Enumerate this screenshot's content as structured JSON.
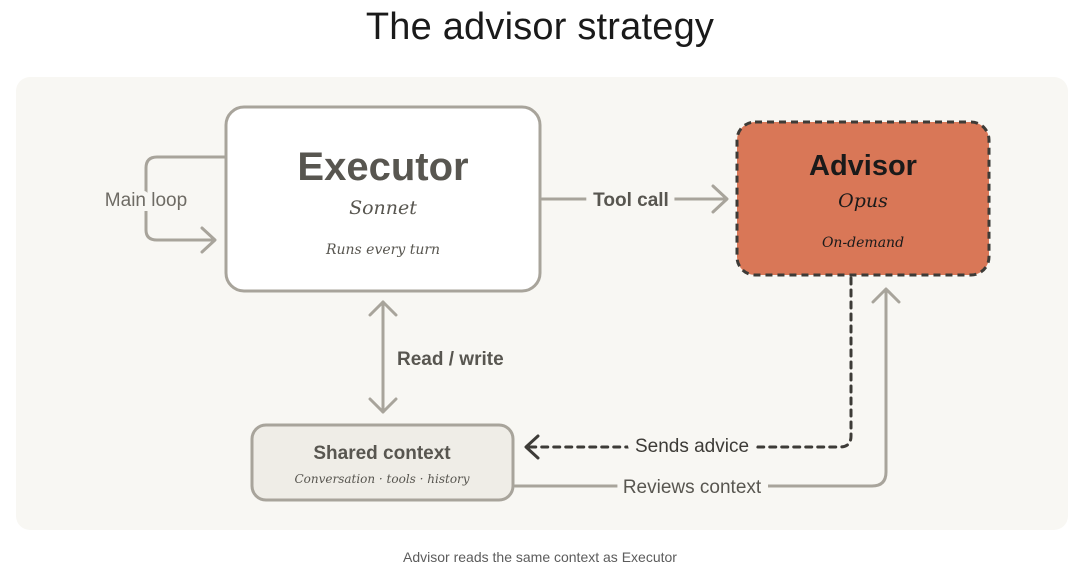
{
  "title": "The advisor strategy",
  "caption": "Advisor reads the same context as Executor",
  "nodes": {
    "executor": {
      "name": "Executor",
      "model": "Sonnet",
      "note": "Runs every turn"
    },
    "advisor": {
      "name": "Advisor",
      "model": "Opus",
      "note": "On-demand"
    },
    "shared_context": {
      "name": "Shared context",
      "note": "Conversation · tools · history"
    }
  },
  "edges": {
    "main_loop": "Main loop",
    "tool_call": "Tool call",
    "read_write": "Read / write",
    "sends_advice": "Sends advice",
    "reviews_context": "Reviews context"
  },
  "colors": {
    "advisor_fill": "#d97757",
    "node_fill": "#ffffff",
    "context_fill": "#efede7",
    "stroke": "#a8a49b",
    "dark_stroke": "#3d3b37"
  }
}
